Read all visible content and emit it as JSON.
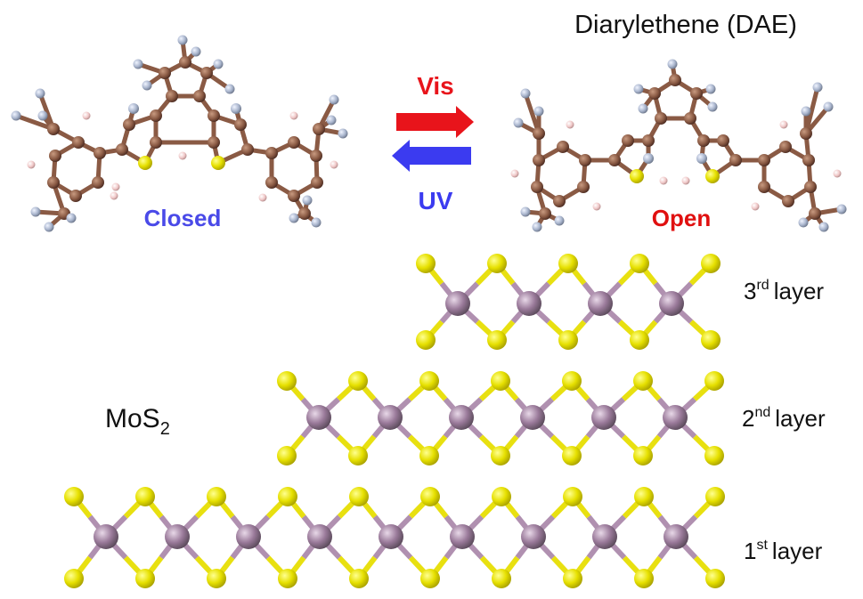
{
  "title": "Diarylethene (DAE)",
  "states": {
    "closed": {
      "label": "Closed",
      "color": "#4a4ae8"
    },
    "open": {
      "label": "Open",
      "color": "#e01010"
    }
  },
  "arrows": {
    "forward": {
      "label": "Vis",
      "color": "#e8141b"
    },
    "backward": {
      "label": "UV",
      "color": "#3b3bf0"
    }
  },
  "material": {
    "base": "MoS",
    "subscript": "2"
  },
  "layers": [
    {
      "number": "3",
      "suffix": "rd",
      "word": "layer"
    },
    {
      "number": "2",
      "suffix": "nd",
      "word": "layer"
    },
    {
      "number": "1",
      "suffix": "st",
      "word": "layer"
    }
  ],
  "colors": {
    "carbon": "#8a5a44",
    "hydrogen_methyl": "#aab7d0",
    "hydrogen_ring": "#e8c8c8",
    "nitrogen": "#c8d0e8",
    "sulfur": "#e8e010",
    "molybdenum": "#9a7a9a",
    "bond_s": "#e8e010",
    "bond_mo": "#b090b0"
  }
}
